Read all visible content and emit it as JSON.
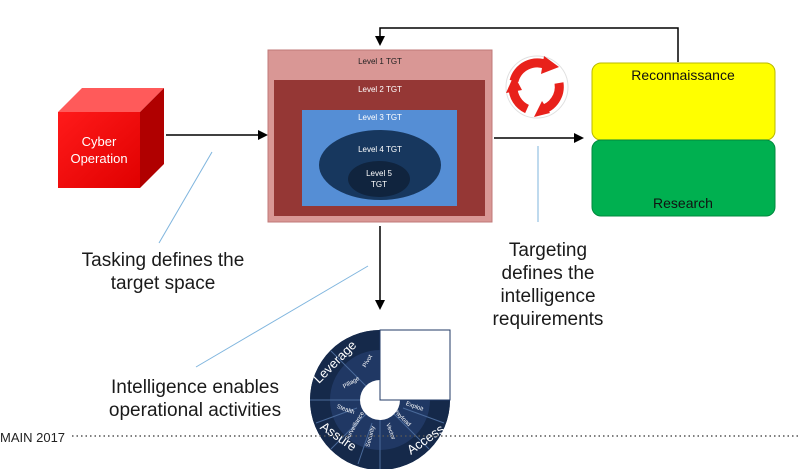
{
  "cyber_operation": {
    "label_line1": "Cyber",
    "label_line2": "Operation",
    "color": "#ff0000"
  },
  "levels": [
    {
      "label": "Level 1 TGT",
      "color": "#d99795"
    },
    {
      "label": "Level 2 TGT",
      "color": "#953735"
    },
    {
      "label": "Level 3 TGT",
      "color": "#558ed5"
    },
    {
      "label": "Level 4 TGT",
      "color": "#17375e"
    },
    {
      "label_line1": "Level 5",
      "label_line2": "TGT",
      "color": "#10243e"
    }
  ],
  "reconnaissance": {
    "label": "Reconnaissance",
    "color": "#ffff00"
  },
  "research": {
    "label": "Research",
    "color": "#00b050"
  },
  "cycle_icon": {
    "name": "refresh-cycle-icon",
    "color": "#e8211b"
  },
  "captions": {
    "tasking_line1": "Tasking defines the",
    "tasking_line2": "target space",
    "targeting_line1": "Targeting",
    "targeting_line2": "defines the",
    "targeting_line3": "intelligence",
    "targeting_line4": "requirements",
    "intel_line1": "Intelligence enables",
    "intel_line2": "operational activities"
  },
  "wheel": {
    "color": "#203864",
    "segments": [
      {
        "label": "Leverage",
        "items": [
          "Pivot",
          "Pillage"
        ]
      },
      {
        "label": "Assure",
        "items": [
          "Stealth",
          "Surveillance",
          "Security"
        ]
      },
      {
        "label": "Access",
        "items": [
          "Vector",
          "Payload",
          "Exploit"
        ]
      }
    ]
  },
  "footer": {
    "text": "MAIN 2017"
  }
}
